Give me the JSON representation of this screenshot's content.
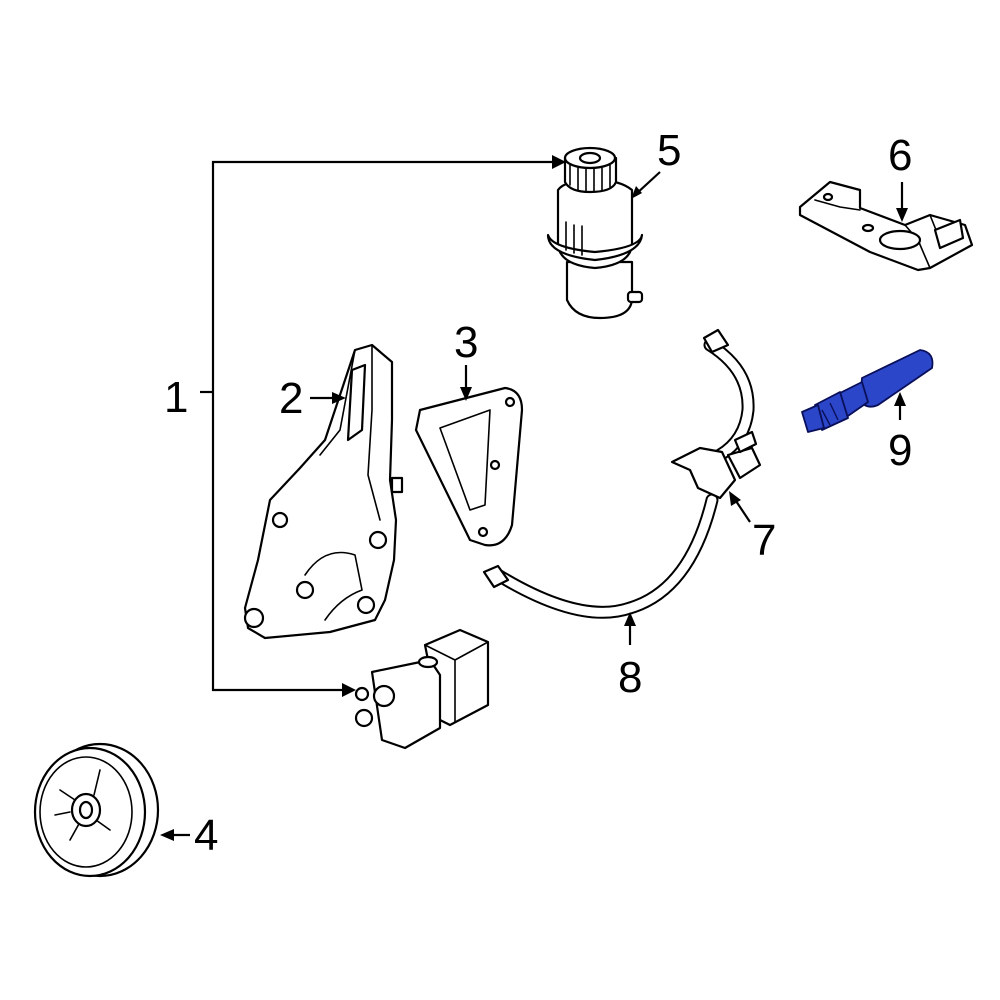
{
  "diagram": {
    "highlight_color": "#2b46c9",
    "callouts": [
      {
        "id": "1",
        "label": "1"
      },
      {
        "id": "2",
        "label": "2"
      },
      {
        "id": "3",
        "label": "3"
      },
      {
        "id": "4",
        "label": "4"
      },
      {
        "id": "5",
        "label": "5"
      },
      {
        "id": "6",
        "label": "6"
      },
      {
        "id": "7",
        "label": "7"
      },
      {
        "id": "8",
        "label": "8"
      },
      {
        "id": "9",
        "label": "9"
      }
    ],
    "highlighted_callout": "9"
  }
}
